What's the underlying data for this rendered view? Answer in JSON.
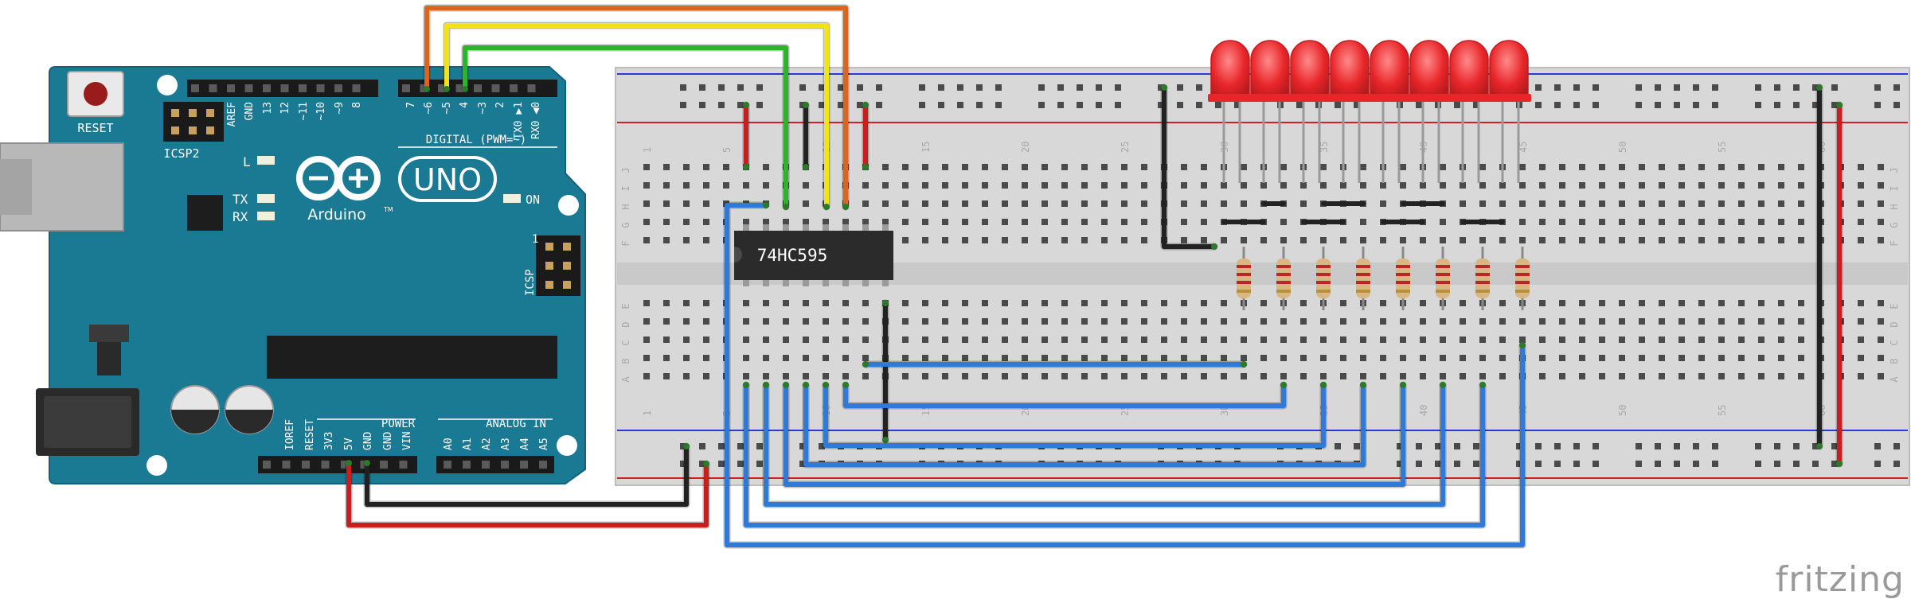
{
  "arduino": {
    "logo_text": "UNO",
    "brand_text": "Arduino",
    "tm": "TM",
    "reset_label": "RESET",
    "icsp2_label": "ICSP2",
    "icsp_label": "ICSP",
    "icsp_pin": "1",
    "digital_label": "DIGITAL (PWM=~)",
    "power_label": "POWER",
    "analog_label": "ANALOG IN",
    "on_label": "ON",
    "l_label": "L",
    "tx_label": "TX",
    "rx_label": "RX",
    "top_pin_labels": [
      "AREF",
      "GND",
      "13",
      "12",
      "~11",
      "~10",
      "~9",
      "8",
      "7",
      "~6",
      "~5",
      "4",
      "~3",
      "2",
      "TX0 ▶1",
      "RX0 ◀0"
    ],
    "power_pin_labels": [
      "IOREF",
      "RESET",
      "3V3",
      "5V",
      "GND",
      "GND",
      "VIN"
    ],
    "analog_pin_labels": [
      "A0",
      "A1",
      "A2",
      "A3",
      "A4",
      "A5"
    ]
  },
  "breadboard": {
    "column_numbers_top": [
      "1",
      "5",
      "10",
      "15",
      "20",
      "25",
      "30",
      "35",
      "40",
      "45",
      "50",
      "55",
      "60"
    ],
    "column_numbers_bottom": [
      "1",
      "5",
      "10",
      "15",
      "20",
      "25",
      "30",
      "35",
      "40",
      "45",
      "50",
      "55",
      "60"
    ],
    "row_letters_top": [
      "J",
      "I",
      "H",
      "G",
      "F"
    ],
    "row_letters_bottom": [
      "E",
      "D",
      "C",
      "B",
      "A"
    ]
  },
  "chip": {
    "label": "74HC595"
  },
  "leds": {
    "count": 8,
    "color": "#e8262a"
  },
  "resistors": {
    "count": 8
  },
  "wire_colors": {
    "orange": "#d9661c",
    "yellow": "#f2e21a",
    "green": "#2bb52b",
    "blue": "#2f7ad6",
    "black": "#222222",
    "red": "#c81e1e"
  },
  "watermark": "fritzing"
}
